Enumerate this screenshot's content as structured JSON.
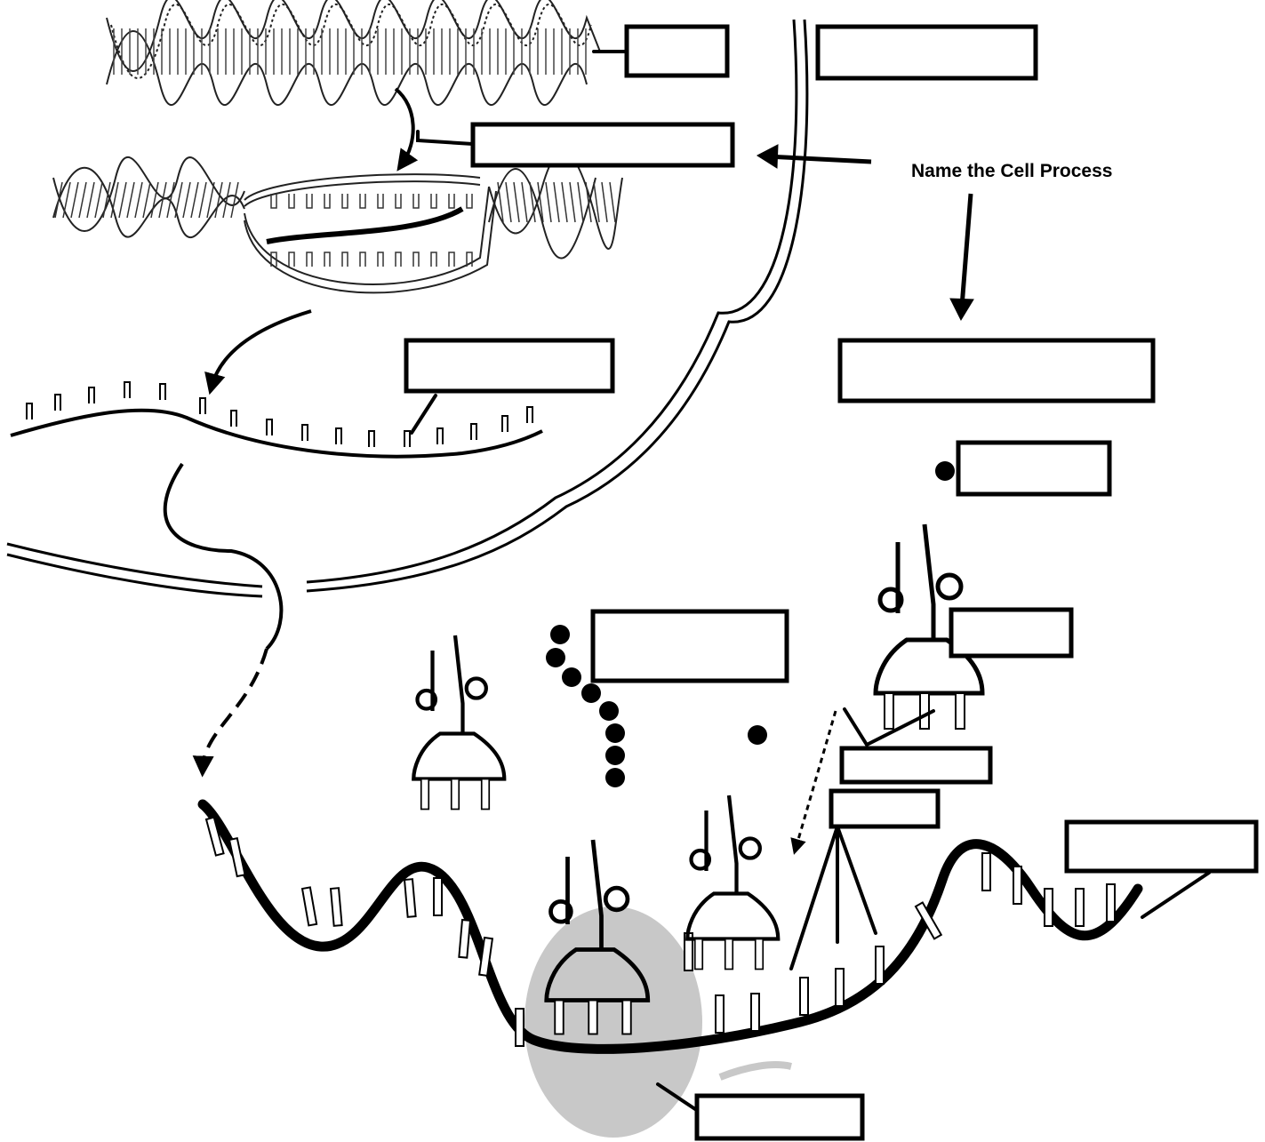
{
  "prompt_text": "Name the Cell Process",
  "answer_boxes": [
    {
      "id": "dna-double-helix",
      "answer": ""
    },
    {
      "id": "nuclear-membrane",
      "answer": ""
    },
    {
      "id": "process-step-one",
      "answer": ""
    },
    {
      "id": "mrna-strand",
      "answer": ""
    },
    {
      "id": "process-step-two",
      "answer": ""
    },
    {
      "id": "amino-acid",
      "answer": ""
    },
    {
      "id": "polypeptide-chain",
      "answer": ""
    },
    {
      "id": "trna",
      "answer": ""
    },
    {
      "id": "anticodon",
      "answer": ""
    },
    {
      "id": "codon",
      "answer": ""
    },
    {
      "id": "mrna-in-cytoplasm",
      "answer": ""
    },
    {
      "id": "ribosome",
      "answer": ""
    }
  ],
  "colors": {
    "ink": "#000000",
    "ribosome": "#c8c8c8",
    "paper": "#ffffff"
  }
}
